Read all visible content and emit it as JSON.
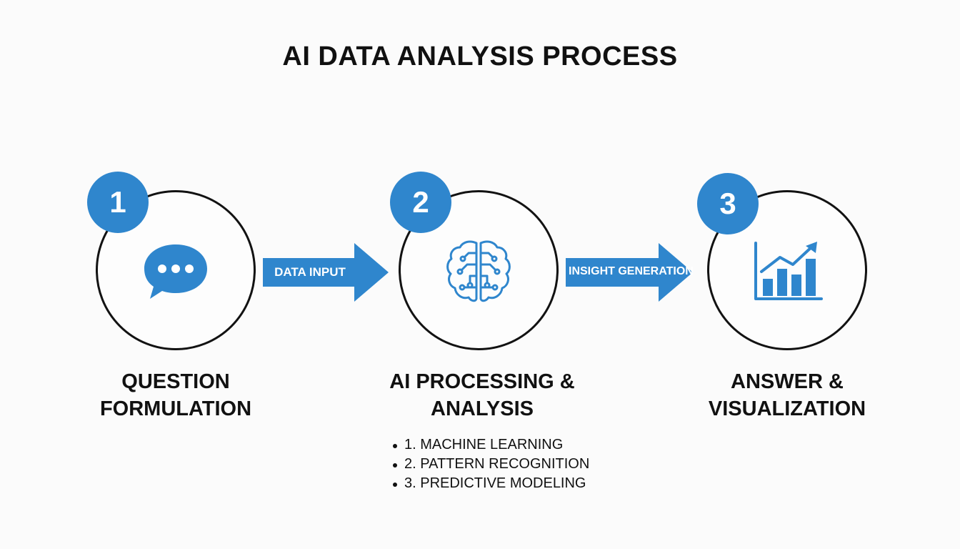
{
  "title": "AI DATA ANALYSIS PROCESS",
  "accent_color": "#2f86cd",
  "stages": [
    {
      "number": "1",
      "label_line1": "QUESTION",
      "label_line2": "FORMULATION",
      "icon": "speech-bubble-icon"
    },
    {
      "number": "2",
      "label_line1": "AI PROCESSING &",
      "label_line2": "ANALYSIS",
      "icon": "brain-circuit-icon",
      "substeps": [
        "1. MACHINE LEARNING",
        "2. PATTERN RECOGNITION",
        "3. PREDICTIVE MODELING"
      ]
    },
    {
      "number": "3",
      "label_line1": "ANSWER &",
      "label_line2": "VISUALIZATION",
      "icon": "bar-chart-trend-icon"
    }
  ],
  "arrows": [
    {
      "label": "DATA INPUT"
    },
    {
      "label": "INSIGHT GENERATION"
    }
  ]
}
